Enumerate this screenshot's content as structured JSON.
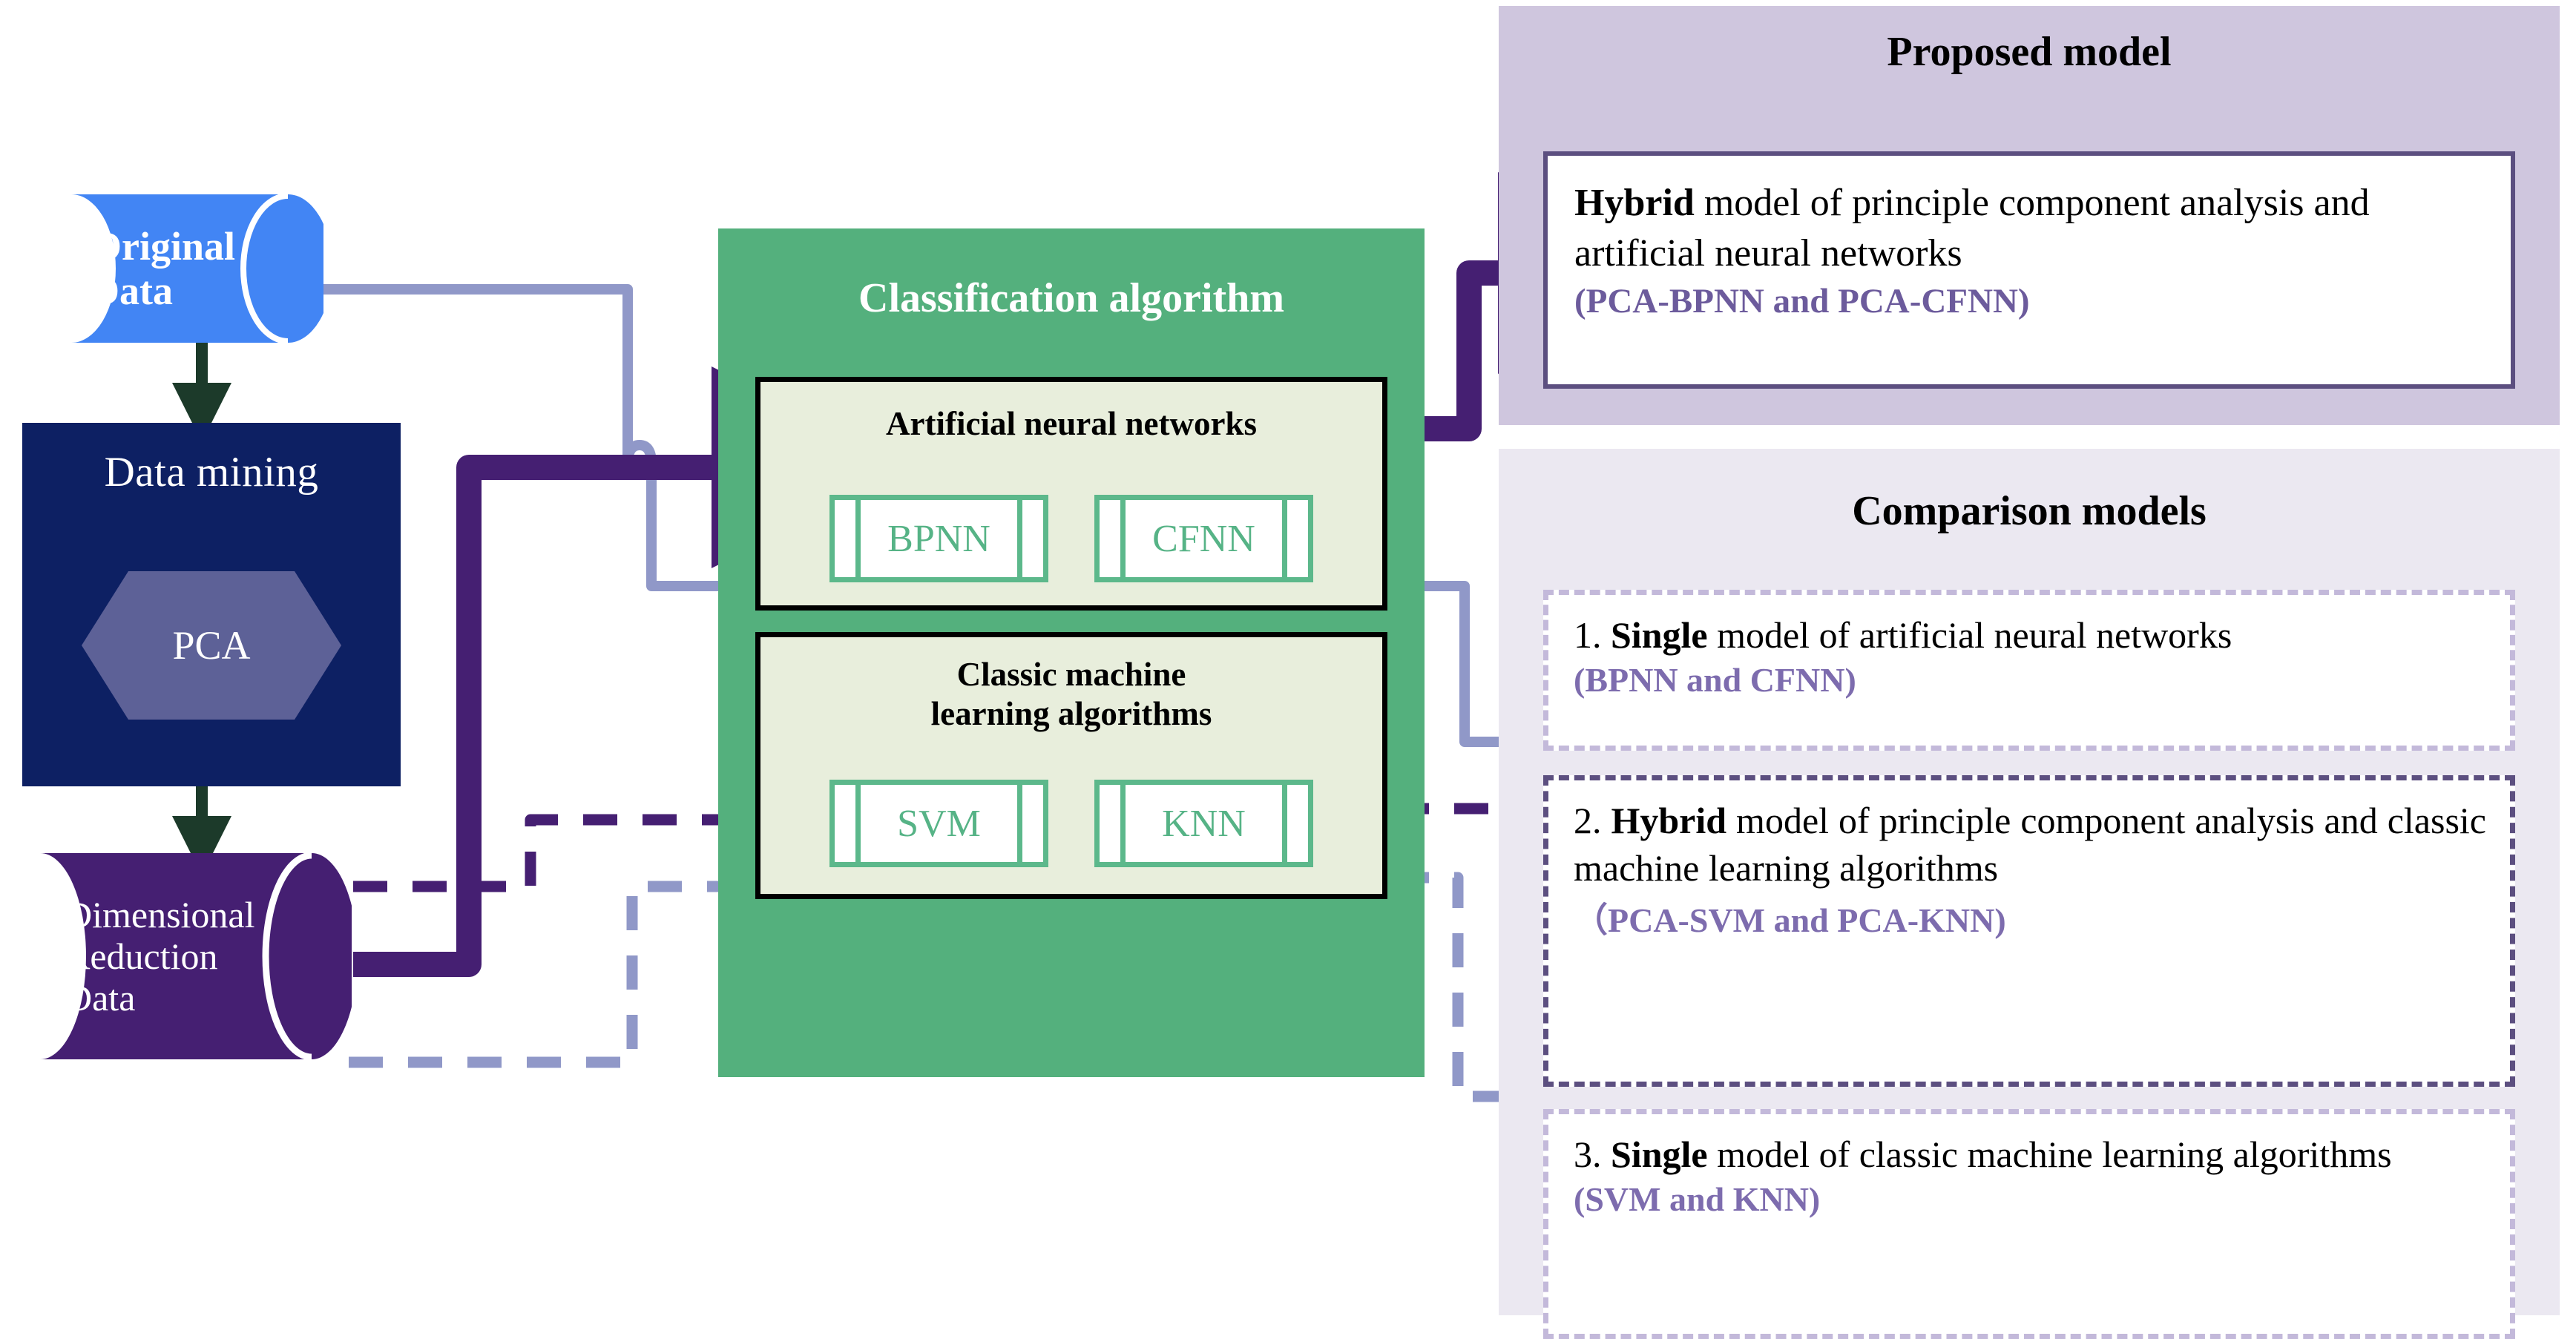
{
  "diagram": {
    "left_flow": {
      "original_data": {
        "label": "Original\nData",
        "icon": "cylinder-icon",
        "color": "#4285f4"
      },
      "data_mining": {
        "label": "Data mining",
        "color": "#0d2063",
        "inner": {
          "label": "PCA",
          "shape": "hexagon-icon",
          "color": "#5d6197"
        }
      },
      "dimensional_reduction_data": {
        "label": "Dimensional\nReduction\nData",
        "icon": "cylinder-icon",
        "color": "#451f72"
      }
    },
    "classification": {
      "title": "Classification algorithm",
      "color": "#54b07d",
      "groups": [
        {
          "title": "Artificial neural networks",
          "items": [
            {
              "label": "BPNN"
            },
            {
              "label": "CFNN"
            }
          ]
        },
        {
          "title": "Classic machine\nlearning algorithms",
          "items": [
            {
              "label": "SVM"
            },
            {
              "label": "KNN"
            }
          ]
        }
      ]
    },
    "proposed": {
      "heading": "Proposed model",
      "panel_color": "#cfc6de",
      "box": {
        "strong": "Hybrid",
        "main": " model of principle component analysis and artificial neural networks",
        "sub": "(PCA-BPNN and PCA-CFNN)"
      }
    },
    "comparison": {
      "heading": "Comparison models",
      "panel_color": "#ebe8f1",
      "items": [
        {
          "number": "1.",
          "strong": "Single",
          "main": " model of artificial neural networks",
          "sub": "(BPNN and CFNN)",
          "border_color": "#c3b9da"
        },
        {
          "number": "2.",
          "strong": "Hybrid",
          "main": " model of  principle component analysis  and classic machine learning algorithms",
          "sub": "（PCA-SVM and PCA-KNN)",
          "border_color": "#5c4f80"
        },
        {
          "number": "3.",
          "strong": "Single",
          "main": " model of classic machine learning algorithms",
          "sub": "(SVM and KNN)",
          "border_color": "#c3b9da"
        }
      ]
    },
    "connectors": {
      "solid_dark_arrow": "#451f72",
      "solid_light_arrow": "#9098c8",
      "dashed_dark_arrow": "#451f72",
      "dashed_light_arrow": "#9098c8",
      "green_arrow": "#1c3a2a"
    }
  }
}
